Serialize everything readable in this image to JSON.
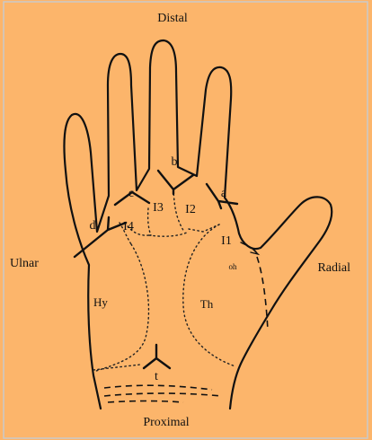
{
  "colors": {
    "background": "#fcb56b",
    "border": "#c9c9c9",
    "ink": "#111111"
  },
  "orientation": {
    "distal": "Distal",
    "proximal": "Proximal",
    "ulnar": "Ulnar",
    "radial": "Radial"
  },
  "digital_triradii": {
    "a": "a",
    "b": "b",
    "c": "c",
    "d": "d"
  },
  "interdigital_areas": {
    "i1": "I1",
    "i2": "I2",
    "i3": "I3",
    "i4": "I4"
  },
  "regions": {
    "hypothenar": "Hy",
    "thenar": "Th",
    "small_mark": "oh"
  },
  "axial_triradius": "t"
}
